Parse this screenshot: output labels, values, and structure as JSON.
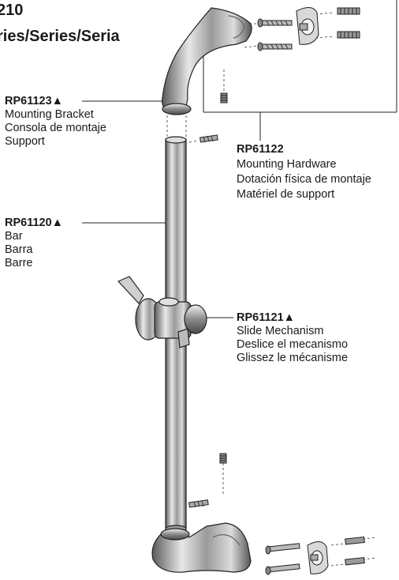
{
  "header": {
    "line1": "210",
    "line2": "ries/Series/Seria"
  },
  "callouts": [
    {
      "part": "RP61123▲",
      "lines": [
        "Mounting Bracket",
        "Consola de montaje",
        "Support"
      ]
    },
    {
      "part": "RP61122",
      "lines": [
        "Mounting Hardware",
        "Dotación física de montaje",
        "Matériel de support"
      ]
    },
    {
      "part": "RP61120▲",
      "lines": [
        "Bar",
        "Barra",
        "Barre"
      ]
    },
    {
      "part": "RP61121▲",
      "lines": [
        "Slide Mechanism",
        "Deslice el mecanismo",
        "Glissez le mécanisme"
      ]
    }
  ]
}
